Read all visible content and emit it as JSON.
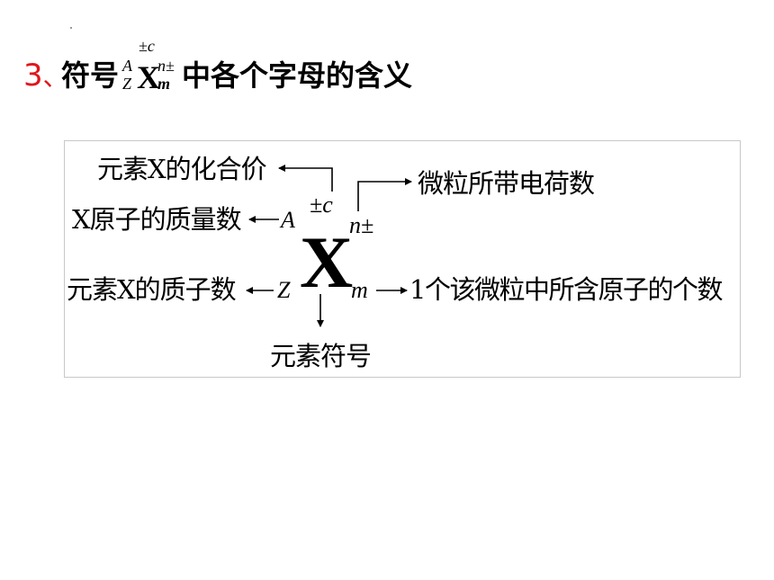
{
  "heading": {
    "number": "3",
    "separator": "、",
    "text_before": "符号",
    "mass_number": "A",
    "atomic_number": "Z",
    "element": "X",
    "charge": "n±",
    "atom_count": "m",
    "valence": "±c",
    "text_after": "中各个字母的含义",
    "number_color": "#e0161b"
  },
  "diagram": {
    "element_symbol": "X",
    "sym_valence": "±c",
    "sym_mass": "A",
    "sym_atomic": "Z",
    "sym_charge": "n±",
    "sym_count": "m",
    "label_valence": "元素X的化合价",
    "label_mass": "X原子的质量数",
    "label_atomic": "元素X的质子数",
    "label_charge": "微粒所带电荷数",
    "label_count": "1个该微粒中所含原子的个数",
    "label_symbol": "元素符号"
  }
}
